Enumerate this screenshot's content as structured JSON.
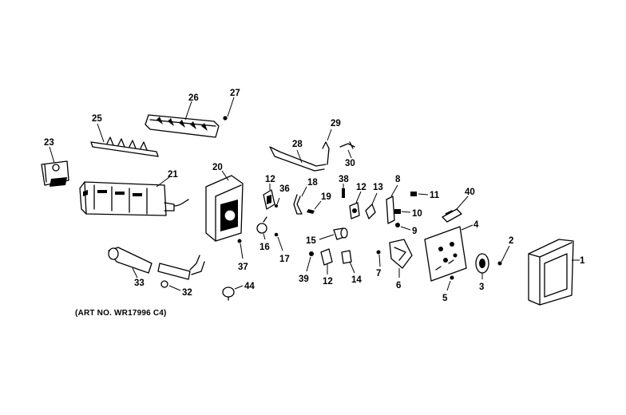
{
  "callouts": {
    "c1": "1",
    "c2": "2",
    "c3": "3",
    "c4": "4",
    "c5": "5",
    "c6": "6",
    "c7": "7",
    "c8": "8",
    "c9": "9",
    "c10": "10",
    "c11": "11",
    "c12a": "12",
    "c12b": "12",
    "c12c": "12",
    "c13": "13",
    "c14": "14",
    "c15": "15",
    "c16": "16",
    "c17": "17",
    "c18": "18",
    "c19": "19",
    "c20": "20",
    "c21": "21",
    "c23": "23",
    "c25": "25",
    "c26": "26",
    "c27": "27",
    "c28": "28",
    "c29": "29",
    "c30": "30",
    "c32": "32",
    "c33": "33",
    "c36": "36",
    "c37": "37",
    "c38": "38",
    "c39": "39",
    "c40": "40",
    "c44": "44"
  },
  "art_number": "(ART NO. WR17996 C4)"
}
